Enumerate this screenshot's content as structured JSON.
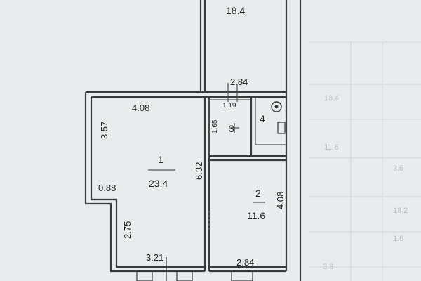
{
  "plan": {
    "rooms": [
      {
        "id": "room-1",
        "number": "1",
        "area": "23.4"
      },
      {
        "id": "room-2",
        "number": "2",
        "area": "11.6"
      },
      {
        "id": "room-3",
        "number": "3"
      },
      {
        "id": "room-4",
        "number": "4"
      },
      {
        "id": "room-top",
        "area": "18.4"
      }
    ],
    "dimensions": {
      "top_corridor_width": "2.84",
      "room1_top": "4.08",
      "room1_left_top": "3.57",
      "room1_notch": "0.88",
      "room1_left_bottom": "2.75",
      "room1_bottom": "3.21",
      "room1_right": "6.32",
      "room2_right": "4.08",
      "room2_bottom": "2.84",
      "room3_top": "1.19",
      "room3_side": "1.65"
    }
  },
  "background_table_values": [
    "13.4",
    "11.6",
    "3.6",
    "18.2",
    "1.6",
    "3.8"
  ]
}
